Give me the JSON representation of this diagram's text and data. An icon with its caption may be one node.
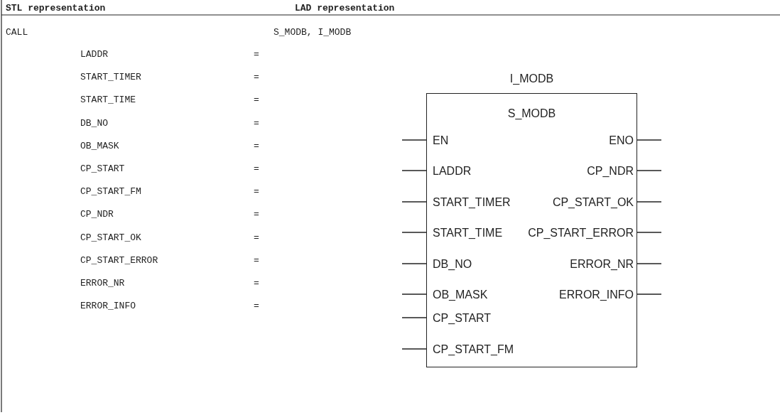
{
  "diagram": {
    "nodes": [
      {
        "text": [
          "I_MODB",
          "S_MODB"
        ]
      },
      {
        "text": [
          "EN"
        ],
        "in": 0
      },
      {
        "text": [
          "ENO"
        ],
        "in": 0
      },
      {
        "text": [
          "LADDR"
        ],
        "in": 0
      },
      {
        "text": [
          "CP_NDR"
        ],
        "in": 0
      },
      {
        "text": [
          "START_TIMER"
        ],
        "in": 0
      },
      {
        "text": [
          "CP_START_OK"
        ],
        "in": 0
      },
      {
        "text": [
          "START_TIME"
        ],
        "in": 0
      },
      {
        "text": [
          "CP_START_ERROR"
        ],
        "in": 0
      },
      {
        "text": [
          "DB_NO"
        ],
        "in": 0
      },
      {
        "text": [
          "ERROR_NR"
        ],
        "in": 0
      },
      {
        "text": [
          "OB_MASK"
        ],
        "in": 0
      },
      {
        "text": [
          "ERROR_INFO"
        ],
        "in": 0
      },
      {
        "text": [
          "CP_START"
        ],
        "in": 0
      },
      {
        "text": [
          "CP_START_FM"
        ],
        "in": 0
      }
    ],
    "edges": [
      {
        "from": null,
        "to": 1,
        "arrow": "none"
      },
      {
        "from": 2,
        "to": null,
        "arrow": "none"
      },
      {
        "from": null,
        "to": 3,
        "arrow": "none"
      },
      {
        "from": 4,
        "to": null,
        "arrow": "none"
      },
      {
        "from": null,
        "to": 5,
        "arrow": "none"
      },
      {
        "from": 6,
        "to": null,
        "arrow": "none"
      },
      {
        "from": null,
        "to": 7,
        "arrow": "none"
      },
      {
        "from": 8,
        "to": null,
        "arrow": "none"
      },
      {
        "from": null,
        "to": 9,
        "arrow": "none"
      },
      {
        "from": 10,
        "to": null,
        "arrow": "none"
      },
      {
        "from": null,
        "to": 11,
        "arrow": "none"
      },
      {
        "from": 12,
        "to": null,
        "arrow": "none"
      },
      {
        "from": null,
        "to": 13,
        "arrow": "none"
      },
      {
        "from": null,
        "to": 14,
        "arrow": "none"
      }
    ],
    "labels": [
      "STL representation",
      "LAD representation",
      "CALL",
      "S_MODB, I_MODB",
      "LADDR",
      "=",
      "START_TIMER",
      "=",
      "START_TIME",
      "=",
      "DB_NO",
      "=",
      "OB_MASK",
      "=",
      "CP_START",
      "=",
      "CP_START_FM",
      "=",
      "CP_NDR",
      "=",
      "CP_START_OK",
      "=",
      "CP_START_ERROR",
      "=",
      "ERROR_NR",
      "=",
      "ERROR_INFO",
      "="
    ]
  }
}
